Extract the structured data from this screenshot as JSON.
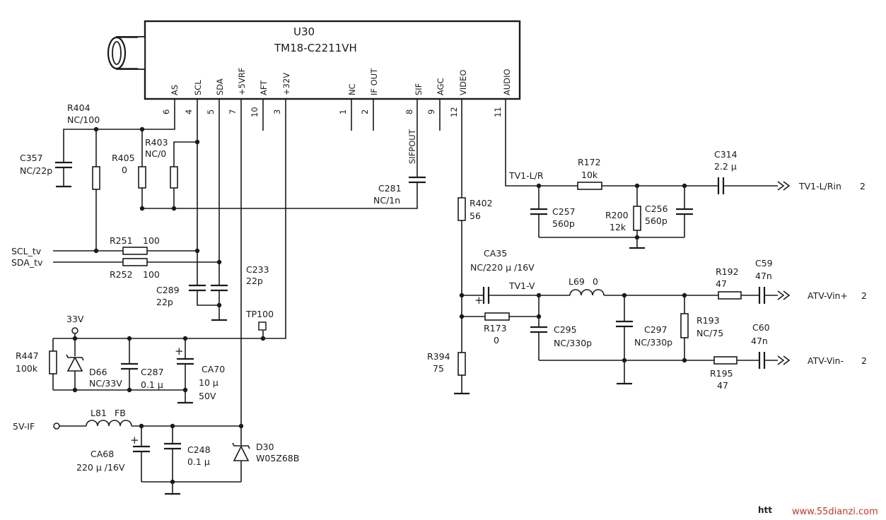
{
  "ic": {
    "ref": "U30",
    "part": "TM18-C2211VH",
    "pins": [
      {
        "name": "AS",
        "num": "6"
      },
      {
        "name": "SCL",
        "num": "4"
      },
      {
        "name": "SDA",
        "num": "5"
      },
      {
        "name": "+5VRF",
        "num": "7"
      },
      {
        "name": "AFT",
        "num": "10"
      },
      {
        "name": "+32V",
        "num": "3"
      },
      {
        "name": "NC",
        "num": "1"
      },
      {
        "name": "IF OUT",
        "num": "2"
      },
      {
        "name": "SIF",
        "num": "8"
      },
      {
        "name": "AGC",
        "num": "9"
      },
      {
        "name": "VIDEO",
        "num": "12"
      },
      {
        "name": "AUDIO",
        "num": "11"
      }
    ]
  },
  "components": {
    "r404": {
      "ref": "R404",
      "value": "NC/100"
    },
    "c357": {
      "ref": "C357",
      "value": "NC/22p"
    },
    "r405": {
      "ref": "R405",
      "value": "0"
    },
    "r403": {
      "ref": "R403",
      "value": "NC/0"
    },
    "c281": {
      "ref": "C281",
      "value": "NC/1n"
    },
    "sifpout": {
      "label": "SIFPOUT"
    },
    "r251": {
      "ref": "R251",
      "value": "100"
    },
    "r252": {
      "ref": "R252",
      "value": "100"
    },
    "c289": {
      "ref": "C289",
      "value": "22p"
    },
    "c233": {
      "ref": "C233",
      "value": "22p"
    },
    "tp100": {
      "ref": "TP100"
    },
    "r447": {
      "ref": "R447",
      "value": "100k"
    },
    "d66": {
      "ref": "D66",
      "value": "NC/33V"
    },
    "c287": {
      "ref": "C287",
      "value": "0.1 μ"
    },
    "ca70": {
      "ref": "CA70",
      "value": "10 μ",
      "voltage": "50V"
    },
    "l81": {
      "ref": "L81",
      "value": "FB"
    },
    "ca68": {
      "ref": "CA68",
      "value": "220 μ /16V"
    },
    "c248": {
      "ref": "C248",
      "value": "0.1 μ"
    },
    "d30": {
      "ref": "D30",
      "value": "W05Z68B"
    },
    "r402": {
      "ref": "R402",
      "value": "56"
    },
    "ca35": {
      "ref": "CA35",
      "value": "NC/220 μ /16V"
    },
    "r173": {
      "ref": "R173",
      "value": "0"
    },
    "r394": {
      "ref": "R394",
      "value": "75"
    },
    "l69": {
      "ref": "L69",
      "value": "0"
    },
    "c295": {
      "ref": "C295",
      "value": "NC/330p"
    },
    "c297": {
      "ref": "C297",
      "value": "NC/330p"
    },
    "r193": {
      "ref": "R193",
      "value": "NC/75"
    },
    "r192": {
      "ref": "R192",
      "value": "47"
    },
    "c59": {
      "ref": "C59",
      "value": "47n"
    },
    "r195": {
      "ref": "R195",
      "value": "47"
    },
    "c60": {
      "ref": "C60",
      "value": "47n"
    },
    "r172": {
      "ref": "R172",
      "value": "10k"
    },
    "c314": {
      "ref": "C314",
      "value": "2.2 μ"
    },
    "c257": {
      "ref": "C257",
      "value": "560p"
    },
    "r200": {
      "ref": "R200",
      "value": "12k"
    },
    "c256": {
      "ref": "C256",
      "value": "560p"
    }
  },
  "nets": {
    "scl_tv": "SCL_tv",
    "sda_tv": "SDA_tv",
    "v33": "33V",
    "v5_if": "5V-IF",
    "tv1_lr": "TV1-L/R",
    "tv1_v": "TV1-V"
  },
  "ports": {
    "tv1_lrin": {
      "label": "TV1-L/Rin",
      "sheet": "2"
    },
    "atv_vin_p": {
      "label": "ATV-Vin+",
      "sheet": "2"
    },
    "atv_vin_n": {
      "label": "ATV-Vin-",
      "sheet": "2"
    }
  },
  "watermark": {
    "prefix": "htt",
    "site": "www.55dianzi.com"
  },
  "colors": {
    "line": "#1a1a1a",
    "background": "#ffffff",
    "watermark": "#c0392b"
  }
}
